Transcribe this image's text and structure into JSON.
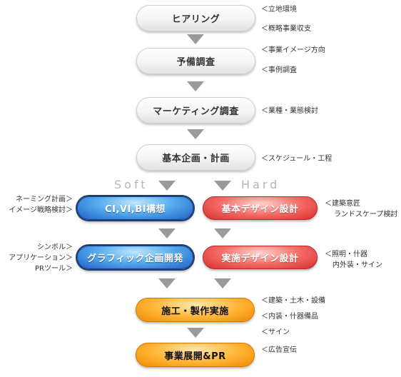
{
  "steps": {
    "hearing": "ヒアリング",
    "preliminary": "予備調査",
    "marketing": "マーケティング調査",
    "basic_plan": "基本企画・計画",
    "ci": "CI,VI,BI構想",
    "basic_design": "基本デザイン設計",
    "graphic": "グラフィック企画開発",
    "execution_design": "実施デザイン設計",
    "production": "施工・製作実施",
    "pr": "事業展開&PR"
  },
  "split": {
    "soft": "Soft",
    "hard": "Hard"
  },
  "notes": {
    "hearing_1": "＜立地環境",
    "hearing_2": "＜概略事業収支",
    "preliminary_1": "＜事業イメージ方向",
    "preliminary_2": "＜事例調査",
    "marketing_1": "＜業種・業態検討",
    "basic_plan_1": "＜スケジュール・工程",
    "ci_left_1": "ネーミング計画＞",
    "ci_left_2": "イメージ戦略検討＞",
    "basic_design_1": "＜建築意匠",
    "basic_design_2": "ランドスケープ検討",
    "graphic_left_1": "シンボル＞",
    "graphic_left_2": "アプリケーション＞",
    "graphic_left_3": "PRツール＞",
    "execution_1": "＜照明・什器",
    "execution_2": "内外装・サイン",
    "production_1": "＜建築・土木・設備",
    "production_2": "＜内装・什器備品",
    "production_3": "＜サイン",
    "pr_1": "＜広告宣伝"
  },
  "colors": {
    "arrow": "#9a9a9a",
    "soft_blue": "#1f5fc4",
    "hard_red": "#d42e2b",
    "execution_orange": "#f08a00"
  }
}
